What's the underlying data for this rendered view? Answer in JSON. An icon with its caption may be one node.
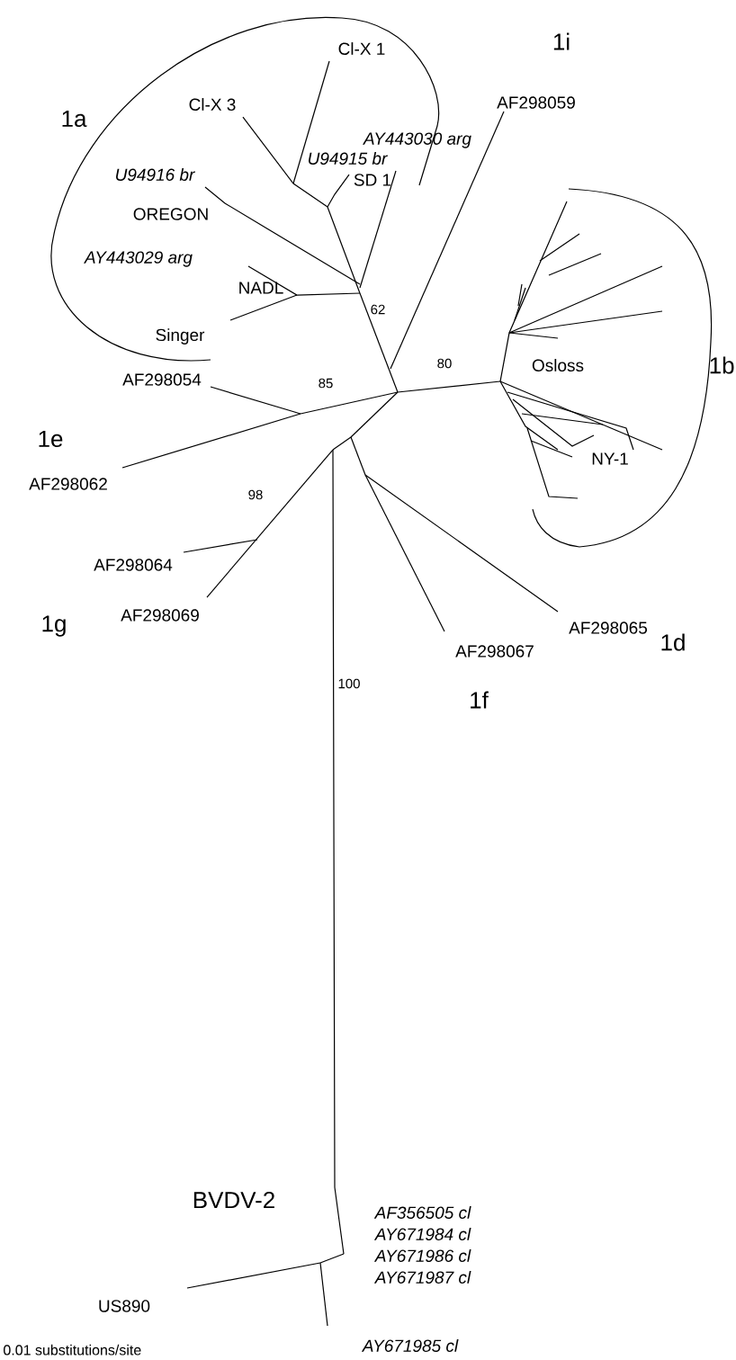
{
  "diagram": {
    "labels": [
      "1i",
      "Cl-X 1",
      "1a",
      "Cl-X 3",
      "AF298059",
      "AY443030 arg",
      "U94915 br",
      "SD 1",
      "U94916 br",
      "OREGON",
      "AY443029 arg",
      "NADL",
      "62",
      "Singer",
      "Osloss",
      "1b",
      "80",
      "AF298054",
      "85",
      "1e",
      "NY-1",
      "AF298062",
      "98",
      "AF298064",
      "AF298069",
      "1g",
      "AF298065",
      "1d",
      "AF298067",
      "100",
      "1f",
      "BVDV-2",
      "AF356505 cl",
      "AY671984 cl",
      "AY671986 cl",
      "AY671987 cl",
      "US890",
      "AY671985 cl",
      "0.01 substitutions/site"
    ]
  }
}
